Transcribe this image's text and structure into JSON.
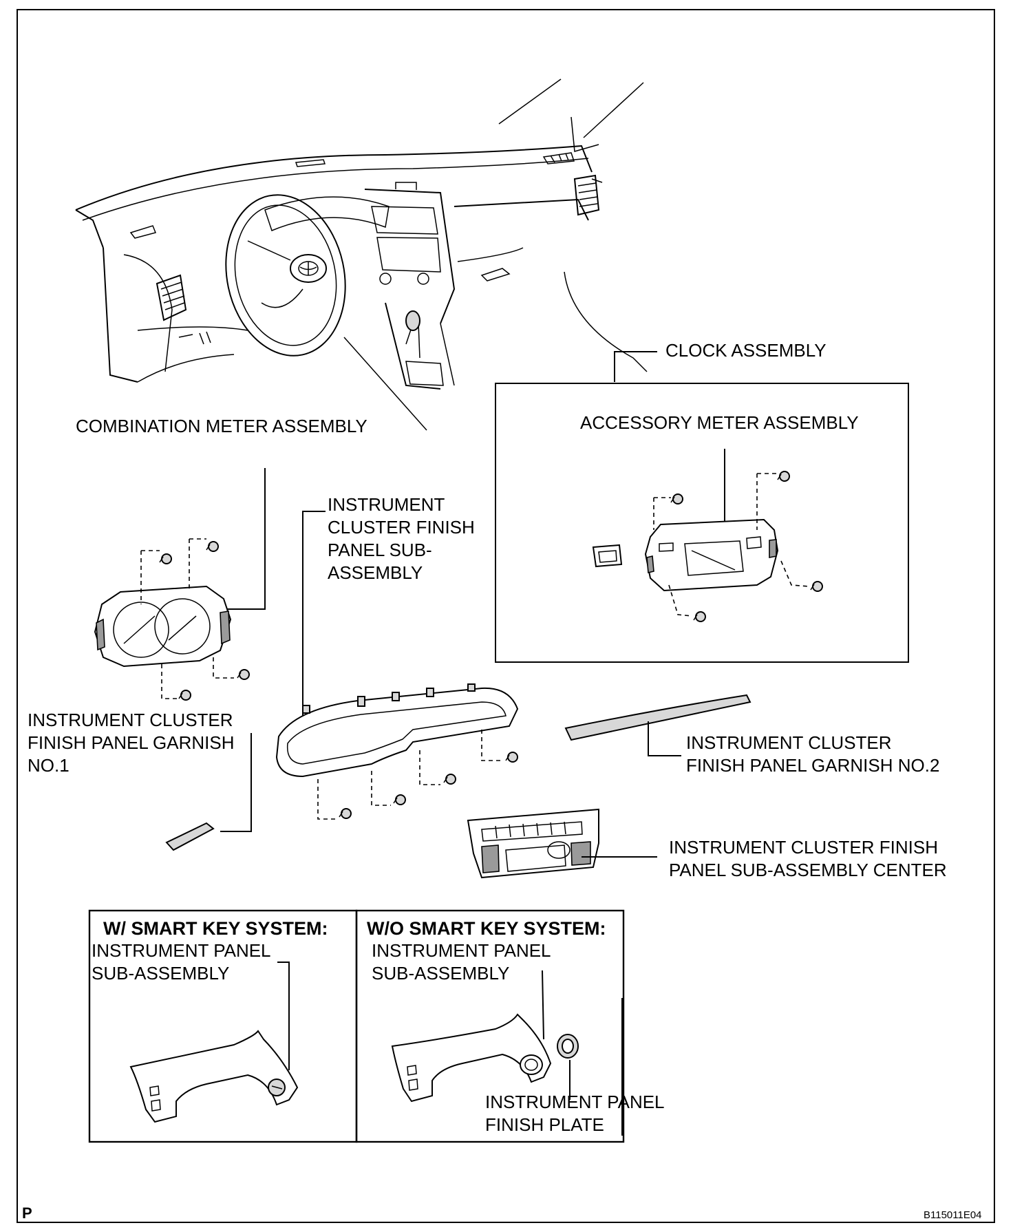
{
  "labels": {
    "clock_assembly": "CLOCK ASSEMBLY",
    "combination_meter": "COMBINATION METER ASSEMBLY",
    "accessory_meter": "ACCESSORY METER ASSEMBLY",
    "cluster_finish_panel": [
      "INSTRUMENT",
      "CLUSTER FINISH",
      "PANEL SUB-",
      "ASSEMBLY"
    ],
    "garnish_no1": [
      "INSTRUMENT CLUSTER",
      "FINISH PANEL GARNISH",
      "NO.1"
    ],
    "garnish_no2": [
      "INSTRUMENT CLUSTER",
      "FINISH PANEL GARNISH NO.2"
    ],
    "center_panel": [
      "INSTRUMENT CLUSTER FINISH",
      "PANEL SUB-ASSEMBLY CENTER"
    ],
    "w_smart_key_title": "W/ SMART KEY SYSTEM:",
    "w_instrument_panel": [
      "INSTRUMENT PANEL",
      "SUB-ASSEMBLY"
    ],
    "wo_smart_key_title": "W/O SMART KEY SYSTEM:",
    "wo_instrument_panel": [
      "INSTRUMENT PANEL",
      "SUB-ASSEMBLY"
    ],
    "finish_plate": [
      "INSTRUMENT PANEL",
      "FINISH PLATE"
    ]
  },
  "corner_mark": "P",
  "figure_code": "B115011E04"
}
